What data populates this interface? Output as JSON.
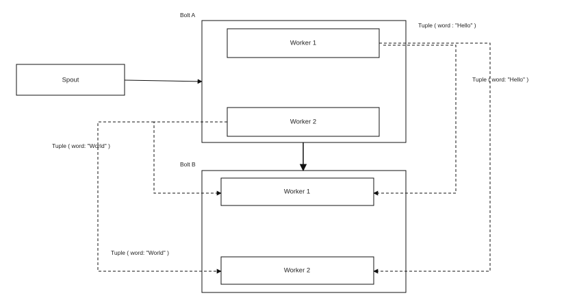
{
  "components": {
    "spout": {
      "label": "Spout"
    },
    "bolt_a": {
      "label": "Bolt A",
      "workers": [
        {
          "label": "Worker 1"
        },
        {
          "label": "Worker 2"
        }
      ]
    },
    "bolt_b": {
      "label": "Bolt B",
      "workers": [
        {
          "label": "Worker 1"
        },
        {
          "label": "Worker 2"
        }
      ]
    }
  },
  "edge_labels": {
    "hello_top": "Tuple ( word : \"Hello\" )",
    "hello_right": "Tuple ( word: \"Hello\" )",
    "world_left": "Tuple ( word: \"World\" )",
    "world_bottom": "Tuple ( word: \"World\" )"
  },
  "colors": {
    "stroke": "#111111",
    "text": "#222222",
    "background": "#ffffff"
  }
}
